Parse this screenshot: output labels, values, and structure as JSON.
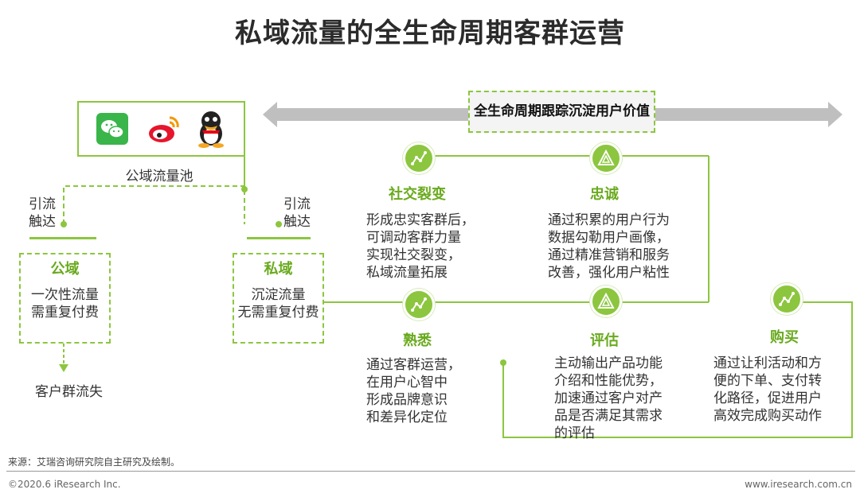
{
  "title": "私域流量的全生命周期客群运营",
  "banner": "全生命周期跟踪沉淀用户价值",
  "social": {
    "icons": [
      "wechat-icon",
      "weibo-icon",
      "qq-icon"
    ]
  },
  "pool_label": "公域流量池",
  "left_label": "引流\n触达",
  "right_label": "引流\n触达",
  "public_domain": {
    "header": "公域",
    "line1": "一次性流量",
    "line2": "需重复付费"
  },
  "private_domain": {
    "header": "私域",
    "line1": "沉淀流量",
    "line2": "无需重复付费"
  },
  "churn": "客户群流失",
  "stages": {
    "social_fission": {
      "title": "社交裂变",
      "text": "形成忠实客群后，\n可调动客群力量\n实现社交裂变，\n私域流量拓展"
    },
    "loyalty": {
      "title": "忠诚",
      "text": "通过积累的用户行为\n数据勾勒用户画像，\n通过精准营销和服务\n改善，强化用户粘性"
    },
    "familiar": {
      "title": "熟悉",
      "text": "通过客群运营，\n在用户心智中\n形成品牌意识\n和差异化定位"
    },
    "evaluate": {
      "title": "评估",
      "text": "主动输出产品功能\n介绍和性能优势，\n加速通过客户对产\n品是否满足其需求\n的评估"
    },
    "purchase": {
      "title": "购买",
      "text": "通过让利活动和方\n便的下单、支付转\n化路径，促进用户\n高效完成购买动作"
    }
  },
  "source": "来源：艾瑞咨询研究院自主研究及绘制。",
  "copyright": "©2020.6 iResearch Inc.",
  "website": "www.iresearch.com.cn",
  "colors": {
    "accent": "#8cc63f",
    "arrow": "#bfbfbf"
  }
}
